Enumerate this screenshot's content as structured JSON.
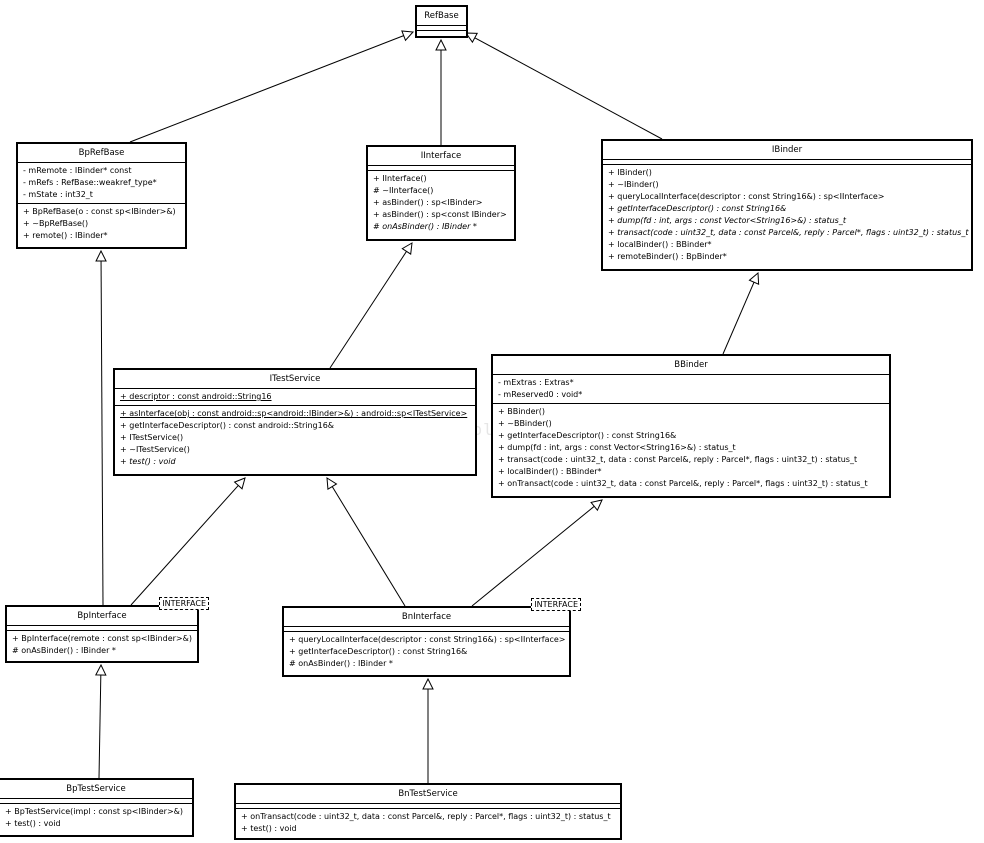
{
  "watermark": "http://blo... net/",
  "classes": {
    "refbase": {
      "name": "RefBase",
      "stereotype": "",
      "attributes": [],
      "operations": []
    },
    "bprefbase": {
      "name": "BpRefBase",
      "stereotype": "",
      "attributes": [
        {
          "text": "- mRemote : IBinder* const"
        },
        {
          "text": "- mRefs : RefBase::weakref_type*"
        },
        {
          "text": "- mState : int32_t"
        }
      ],
      "operations": [
        {
          "text": "+ BpRefBase(o : const sp<IBinder>&)"
        },
        {
          "text": "+ ~BpRefBase()"
        },
        {
          "text": "+ remote() : IBinder*"
        }
      ]
    },
    "iinterface": {
      "name": "IInterface",
      "stereotype": "",
      "attributes": [],
      "operations": [
        {
          "text": "+ IInterface()"
        },
        {
          "text": "# ~IInterface()"
        },
        {
          "text": "+ asBinder() : sp<IBinder>"
        },
        {
          "text": "+ asBinder() : sp<const IBinder>"
        },
        {
          "text": "# onAsBinder() : IBinder *",
          "style": "italic"
        }
      ]
    },
    "ibinder": {
      "name": "IBinder",
      "stereotype": "",
      "attributes": [],
      "operations": [
        {
          "text": "+ IBinder()"
        },
        {
          "text": "+ ~IBinder()"
        },
        {
          "text": "+ queryLocalInterface(descriptor : const String16&) : sp<IInterface>"
        },
        {
          "text": "+ getInterfaceDescriptor() : const String16&",
          "style": "italic"
        },
        {
          "text": "+ dump(fd : int, args : const Vector<String16>&) : status_t",
          "style": "italic"
        },
        {
          "text": "+ transact(code : uint32_t, data : const Parcel&, reply : Parcel*, flags : uint32_t) : status_t",
          "style": "italic"
        },
        {
          "text": "+ localBinder() : BBinder*"
        },
        {
          "text": "+ remoteBinder() : BpBinder*"
        }
      ]
    },
    "itestservice": {
      "name": "ITestService",
      "stereotype": "",
      "attributes": [
        {
          "text": "+ descriptor : const android::String16",
          "style": "underline"
        }
      ],
      "operations": [
        {
          "text": "+ asInterface(obj : const android::sp<android::IBinder>&) : android::sp<ITestService>",
          "style": "underline"
        },
        {
          "text": "+ getInterfaceDescriptor() : const android::String16&"
        },
        {
          "text": "+ ITestService()"
        },
        {
          "text": "+ ~ITestService()"
        },
        {
          "text": "+ test() : void",
          "style": "italic"
        }
      ]
    },
    "bbinder": {
      "name": "BBinder",
      "stereotype": "",
      "attributes": [
        {
          "text": "- mExtras : Extras*"
        },
        {
          "text": "- mReserved0 : void*"
        }
      ],
      "operations": [
        {
          "text": "+ BBinder()"
        },
        {
          "text": "+ ~BBinder()"
        },
        {
          "text": "+ getInterfaceDescriptor() : const String16&"
        },
        {
          "text": "+ dump(fd : int, args : const Vector<String16>&) : status_t"
        },
        {
          "text": "+ transact(code : uint32_t, data : const Parcel&, reply : Parcel*, flags : uint32_t) : status_t"
        },
        {
          "text": "+ localBinder() : BBinder*"
        },
        {
          "text": "+ onTransact(code : uint32_t, data : const Parcel&, reply : Parcel*, flags : uint32_t) : status_t"
        }
      ]
    },
    "bpinterface": {
      "name": "BpInterface",
      "stereotype": "INTERFACE",
      "attributes": [],
      "operations": [
        {
          "text": "+ BpInterface(remote : const sp<IBinder>&)"
        },
        {
          "text": "# onAsBinder() : IBinder *"
        }
      ]
    },
    "bninterface": {
      "name": "BnInterface",
      "stereotype": "INTERFACE",
      "attributes": [],
      "operations": [
        {
          "text": "+ queryLocalInterface(descriptor : const String16&) : sp<IInterface>"
        },
        {
          "text": "+ getInterfaceDescriptor() : const String16&"
        },
        {
          "text": "# onAsBinder() : IBinder *"
        }
      ]
    },
    "bptestservice": {
      "name": "BpTestService",
      "stereotype": "",
      "attributes": [],
      "operations": [
        {
          "text": "+ BpTestService(impl : const sp<IBinder>&)"
        },
        {
          "text": "+ test() : void"
        }
      ]
    },
    "bntestservice": {
      "name": "BnTestService",
      "stereotype": "",
      "attributes": [],
      "operations": [
        {
          "text": "+ onTransact(code : uint32_t, data : const Parcel&, reply : Parcel*, flags : uint32_t) : status_t"
        },
        {
          "text": "+ test() : void"
        }
      ]
    }
  },
  "relations": [
    {
      "type": "generalization",
      "from": "bprefbase",
      "to": "refbase"
    },
    {
      "type": "generalization",
      "from": "iinterface",
      "to": "refbase"
    },
    {
      "type": "generalization",
      "from": "ibinder",
      "to": "refbase"
    },
    {
      "type": "generalization",
      "from": "itestservice",
      "to": "iinterface"
    },
    {
      "type": "generalization",
      "from": "bbinder",
      "to": "ibinder"
    },
    {
      "type": "generalization",
      "from": "bpinterface",
      "to": "bprefbase"
    },
    {
      "type": "generalization",
      "from": "bpinterface",
      "to": "itestservice"
    },
    {
      "type": "generalization",
      "from": "bninterface",
      "to": "itestservice"
    },
    {
      "type": "generalization",
      "from": "bninterface",
      "to": "bbinder"
    },
    {
      "type": "generalization",
      "from": "bptestservice",
      "to": "bpinterface"
    },
    {
      "type": "generalization",
      "from": "bntestservice",
      "to": "bninterface"
    }
  ]
}
